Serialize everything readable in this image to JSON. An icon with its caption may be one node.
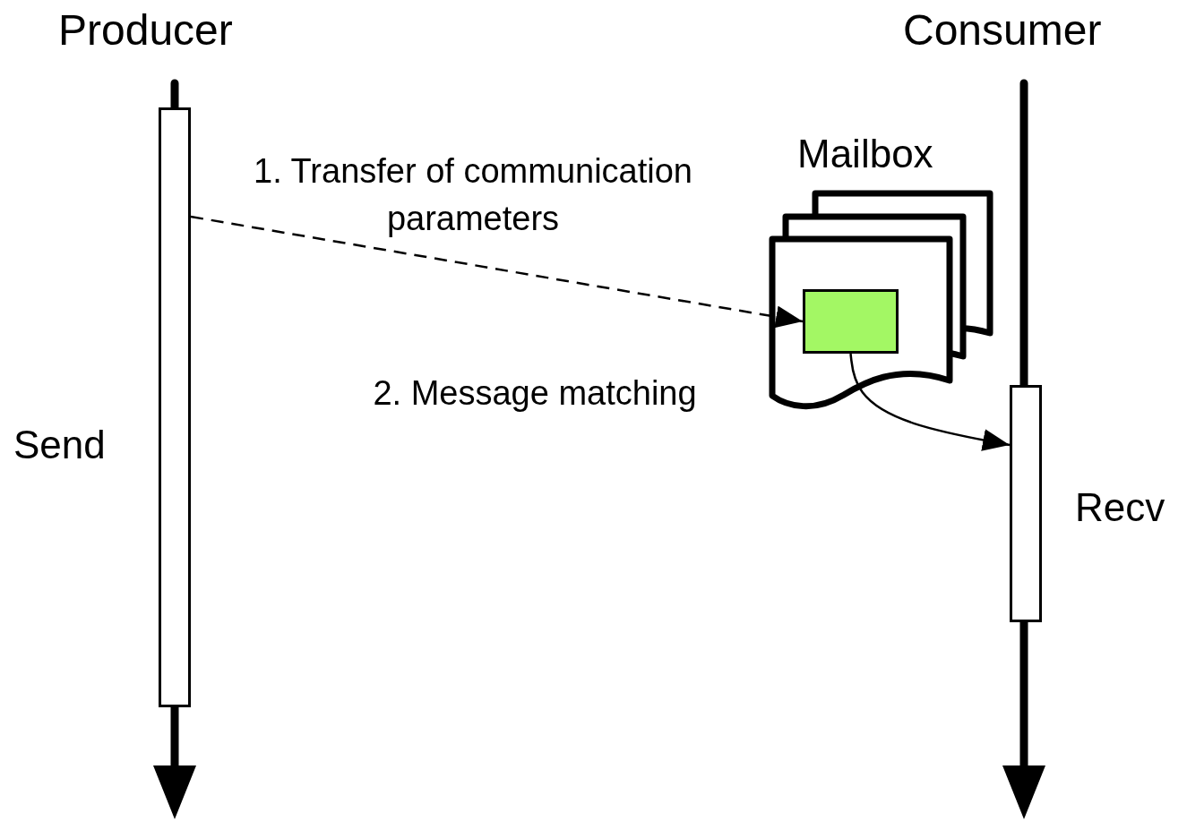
{
  "diagram": {
    "nodes": [
      {
        "text": [],
        "shape": "bar",
        "beside": [
          "Send"
        ]
      },
      {
        "text": [
          "Mailbox"
        ]
      },
      {
        "text": [],
        "shape": "box",
        "in": 1
      },
      {
        "text": [],
        "shape": "bar",
        "beside": [
          "Recv"
        ]
      }
    ],
    "edges": [
      {
        "from": 0,
        "to": 2,
        "arrow": "to",
        "style": "dashed",
        "label": "1. Transfer of communication parameters"
      },
      {
        "from": 2,
        "to": 3,
        "arrow": "to",
        "label": "2. Message matching"
      }
    ],
    "labels": [
      "Producer",
      "Consumer"
    ]
  }
}
